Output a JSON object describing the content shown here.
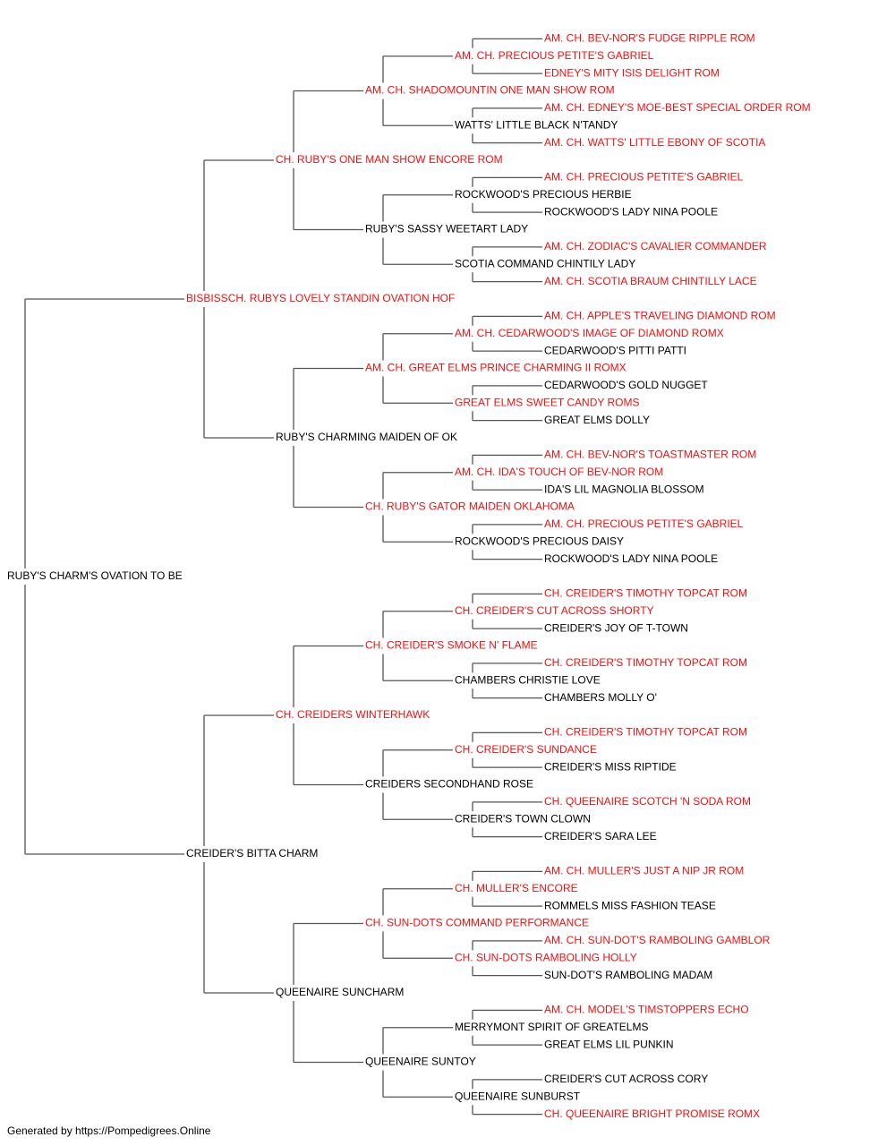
{
  "colors": {
    "champion": "#ee1111",
    "normal": "#000000",
    "line": "#555555"
  },
  "footer": "Generated by https://Pompedigrees.Online",
  "pedigree": {
    "name": "RUBY'S CHARM'S OVATION TO BE",
    "champion": false,
    "sire": {
      "name": "BISBISSCH. RUBYS LOVELY STANDIN OVATION HOF",
      "champion": true,
      "sire": {
        "name": "CH. RUBY'S ONE MAN SHOW ENCORE ROM",
        "champion": true,
        "sire": {
          "name": "AM. CH. SHADOMOUNTIN ONE MAN SHOW ROM",
          "champion": true,
          "sire": {
            "name": "AM. CH. PRECIOUS PETITE'S GABRIEL",
            "champion": true,
            "sire": {
              "name": "AM. CH. BEV-NOR'S FUDGE RIPPLE ROM",
              "champion": true
            },
            "dam": {
              "name": "EDNEY'S MITY ISIS DELIGHT ROM",
              "champion": true
            }
          },
          "dam": {
            "name": "WATTS' LITTLE BLACK N'TANDY",
            "champion": false,
            "sire": {
              "name": "AM. CH. EDNEY'S MOE-BEST SPECIAL ORDER ROM",
              "champion": true
            },
            "dam": {
              "name": "AM. CH. WATTS' LITTLE EBONY OF SCOTIA",
              "champion": true
            }
          }
        },
        "dam": {
          "name": "RUBY'S SASSY WEETART LADY",
          "champion": false,
          "sire": {
            "name": "ROCKWOOD'S PRECIOUS HERBIE",
            "champion": false,
            "sire": {
              "name": "AM. CH. PRECIOUS PETITE'S GABRIEL",
              "champion": true
            },
            "dam": {
              "name": "ROCKWOOD'S LADY NINA POOLE",
              "champion": false
            }
          },
          "dam": {
            "name": "SCOTIA COMMAND CHINTILY LADY",
            "champion": false,
            "sire": {
              "name": "AM. CH. ZODIAC'S CAVALIER COMMANDER",
              "champion": true
            },
            "dam": {
              "name": "AM. CH. SCOTIA BRAUM CHINTILLY LACE",
              "champion": true
            }
          }
        }
      },
      "dam": {
        "name": "RUBY'S CHARMING MAIDEN OF OK",
        "champion": false,
        "sire": {
          "name": "AM. CH. GREAT ELMS PRINCE CHARMING II ROMX",
          "champion": true,
          "sire": {
            "name": "AM. CH. CEDARWOOD'S IMAGE OF DIAMOND ROMX",
            "champion": true,
            "sire": {
              "name": "AM. CH. APPLE'S TRAVELING DIAMOND ROM",
              "champion": true
            },
            "dam": {
              "name": "CEDARWOOD'S PITTI PATTI",
              "champion": false
            }
          },
          "dam": {
            "name": "GREAT ELMS SWEET CANDY ROMS",
            "champion": true,
            "sire": {
              "name": "CEDARWOOD'S GOLD NUGGET",
              "champion": false
            },
            "dam": {
              "name": "GREAT ELMS DOLLY",
              "champion": false
            }
          }
        },
        "dam": {
          "name": "CH. RUBY'S GATOR MAIDEN OKLAHOMA",
          "champion": true,
          "sire": {
            "name": "AM. CH. IDA'S TOUCH OF BEV-NOR ROM",
            "champion": true,
            "sire": {
              "name": "AM. CH. BEV-NOR'S TOASTMASTER ROM",
              "champion": true
            },
            "dam": {
              "name": "IDA'S LIL MAGNOLIA BLOSSOM",
              "champion": false
            }
          },
          "dam": {
            "name": "ROCKWOOD'S PRECIOUS DAISY",
            "champion": false,
            "sire": {
              "name": "AM. CH. PRECIOUS PETITE'S GABRIEL",
              "champion": true
            },
            "dam": {
              "name": "ROCKWOOD'S LADY NINA POOLE",
              "champion": false
            }
          }
        }
      }
    },
    "dam": {
      "name": "CREIDER'S BITTA CHARM",
      "champion": false,
      "sire": {
        "name": "CH. CREIDERS WINTERHAWK",
        "champion": true,
        "sire": {
          "name": "CH. CREIDER'S SMOKE N' FLAME",
          "champion": true,
          "sire": {
            "name": "CH. CREIDER'S CUT ACROSS SHORTY",
            "champion": true,
            "sire": {
              "name": "CH. CREIDER'S TIMOTHY TOPCAT ROM",
              "champion": true
            },
            "dam": {
              "name": "CREIDER'S JOY OF T-TOWN",
              "champion": false
            }
          },
          "dam": {
            "name": "CHAMBERS CHRISTIE LOVE",
            "champion": false,
            "sire": {
              "name": "CH. CREIDER'S TIMOTHY TOPCAT ROM",
              "champion": true
            },
            "dam": {
              "name": "CHAMBERS MOLLY O'",
              "champion": false
            }
          }
        },
        "dam": {
          "name": "CREIDERS SECONDHAND ROSE",
          "champion": false,
          "sire": {
            "name": "CH. CREIDER'S SUNDANCE",
            "champion": true,
            "sire": {
              "name": "CH. CREIDER'S TIMOTHY TOPCAT ROM",
              "champion": true
            },
            "dam": {
              "name": "CREIDER'S MISS RIPTIDE",
              "champion": false
            }
          },
          "dam": {
            "name": "CREIDER'S TOWN CLOWN",
            "champion": false,
            "sire": {
              "name": "CH. QUEENAIRE SCOTCH 'N SODA ROM",
              "champion": true
            },
            "dam": {
              "name": "CREIDER'S SARA LEE",
              "champion": false
            }
          }
        }
      },
      "dam": {
        "name": "QUEENAIRE SUNCHARM",
        "champion": false,
        "sire": {
          "name": "CH. SUN-DOTS COMMAND PERFORMANCE",
          "champion": true,
          "sire": {
            "name": "CH. MULLER'S ENCORE",
            "champion": true,
            "sire": {
              "name": "AM. CH. MULLER'S JUST A NIP JR ROM",
              "champion": true
            },
            "dam": {
              "name": "ROMMELS MISS FASHION TEASE",
              "champion": false
            }
          },
          "dam": {
            "name": "CH. SUN-DOTS RAMBOLING HOLLY",
            "champion": true,
            "sire": {
              "name": "AM. CH. SUN-DOT'S RAMBOLING GAMBLOR",
              "champion": true
            },
            "dam": {
              "name": "SUN-DOT'S RAMBOLING MADAM",
              "champion": false
            }
          }
        },
        "dam": {
          "name": "QUEENAIRE SUNTOY",
          "champion": false,
          "sire": {
            "name": "MERRYMONT SPIRIT OF GREATELMS",
            "champion": false,
            "sire": {
              "name": "AM. CH. MODEL'S TIMSTOPPERS ECHO",
              "champion": true
            },
            "dam": {
              "name": "GREAT ELMS LIL PUNKIN",
              "champion": false
            }
          },
          "dam": {
            "name": "QUEENAIRE SUNBURST",
            "champion": false,
            "sire": {
              "name": "CREIDER'S CUT ACROSS CORY",
              "champion": false
            },
            "dam": {
              "name": "CH. QUEENAIRE BRIGHT PROMISE ROMX",
              "champion": true
            }
          }
        }
      }
    }
  }
}
